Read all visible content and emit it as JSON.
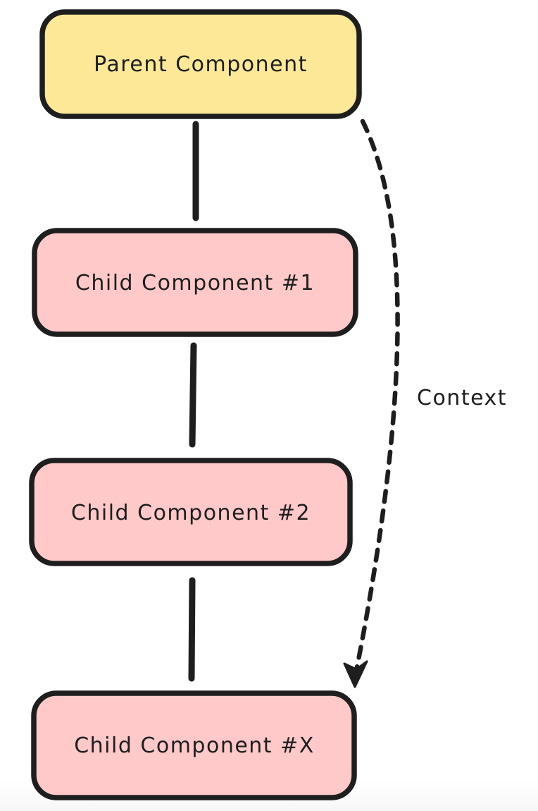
{
  "diagram": {
    "background_color": "#ffffff",
    "stroke_color": "#1e1e1e",
    "nodes": [
      {
        "id": "parent",
        "label": "Parent Component",
        "fill": "#fce897"
      },
      {
        "id": "child-1",
        "label": "Child Component #1",
        "fill": "#ffc9c9"
      },
      {
        "id": "child-2",
        "label": "Child Component #2",
        "fill": "#ffc9c9"
      },
      {
        "id": "child-x",
        "label": "Child Component #X",
        "fill": "#ffc9c9"
      }
    ],
    "edges": [
      {
        "from": "parent",
        "to": "child-1",
        "style": "solid",
        "label": ""
      },
      {
        "from": "child-1",
        "to": "child-2",
        "style": "solid",
        "label": ""
      },
      {
        "from": "child-2",
        "to": "child-x",
        "style": "solid",
        "label": ""
      },
      {
        "from": "parent",
        "to": "child-x",
        "style": "dashed",
        "label": "Context"
      }
    ]
  }
}
